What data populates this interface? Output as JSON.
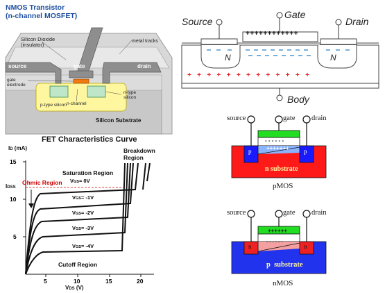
{
  "nmos_3d": {
    "title_line1": "NMOS Transistor",
    "title_line2": "(n-channel MOSFET)",
    "oxide_line1": "Silicon Dioxide",
    "oxide_line2": "(insulator)",
    "metal_tracks": "metal tracks",
    "source": "source",
    "gate": "gate",
    "drain": "drain",
    "gate_elec_line1": "gate",
    "gate_elec_line2": "electrode",
    "ntype_line1": "n-type",
    "ntype_line2": "silicon",
    "ptype": "p-type silicon",
    "nchannel": "n-channel",
    "substrate": "Silicon Substrate"
  },
  "fet_curve": {
    "title": "FET Characteristics Curve",
    "y_axis_label": "I",
    "y_axis_sub": "D",
    "y_axis_unit": " (mA)",
    "x_axis_label": "V",
    "x_axis_sub": "DS",
    "x_axis_unit": " (V)",
    "idss_label": "I",
    "idss_sub": "DSS",
    "ohmic": "Ohmic Region",
    "saturation": "Saturation Region",
    "breakdown_line1": "Breakdown",
    "breakdown_line2": "Region",
    "cutoff": "Cutoff Region",
    "y_ticks": [
      "15",
      "10",
      "5"
    ],
    "x_ticks": [
      "5",
      "10",
      "15",
      "20"
    ],
    "curve_labels": [
      {
        "pre": "V",
        "sub": "GS",
        "post": "= 0V"
      },
      {
        "pre": "V",
        "sub": "GS",
        "post": "= -1V"
      },
      {
        "pre": "V",
        "sub": "GS",
        "post": "= -2V"
      },
      {
        "pre": "V",
        "sub": "GS",
        "post": "= -3V"
      },
      {
        "pre": "V",
        "sub": "GS",
        "post": "= -4V"
      }
    ]
  },
  "cross_section": {
    "source": "Source",
    "gate": "Gate",
    "drain": "Drain",
    "body": "Body",
    "n_left": "N",
    "n_right": "N",
    "gate_charges": "++++++++++++",
    "plus_row": "+   +   +   +   +   +   +   +   +   +   +   +   +"
  },
  "pmos": {
    "source": "source",
    "gate": "gate",
    "drain": "drain",
    "p_left": "p",
    "p_right": "p",
    "substrate": "n substrate",
    "caption": "pMOS",
    "gate_charges": "- - - - - -",
    "channel_charges": "+++++++"
  },
  "nmos": {
    "source": "source",
    "gate": "gate",
    "drain": "drain",
    "n_left": "n",
    "n_right": "n",
    "substrate": "p  substrate",
    "caption": "nMOS",
    "gate_charges": "++++++",
    "channel_charges": "- - - - - -"
  },
  "colors": {
    "title_blue": "#1d4fa0",
    "pmos_substrate": "#ff1a1a",
    "pmos_pwell": "#1a1aff",
    "nmos_substrate": "#2233ee",
    "nmos_nwell": "#ee2222",
    "gate_green": "#22dd22",
    "ohmic_red": "#cc0000"
  }
}
